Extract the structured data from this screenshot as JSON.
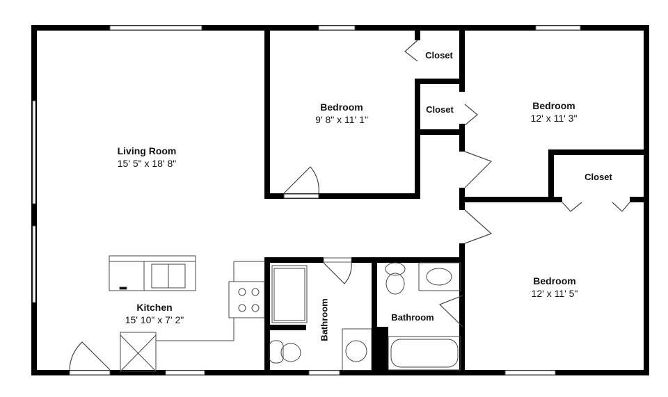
{
  "floor_plan": {
    "colors": {
      "wall": "#000000",
      "fixture_line": "#444444",
      "background": "#ffffff"
    },
    "rooms": [
      {
        "id": "living-room",
        "name": "Living Room",
        "dimensions": "15' 5\" x 18' 8\""
      },
      {
        "id": "kitchen",
        "name": "Kitchen",
        "dimensions": "15' 10\" x 7' 2\""
      },
      {
        "id": "bedroom-1",
        "name": "Bedroom",
        "dimensions": "9' 8\" x 11' 1\""
      },
      {
        "id": "bedroom-2",
        "name": "Bedroom",
        "dimensions": "12' x 11' 3\""
      },
      {
        "id": "bedroom-3",
        "name": "Bedroom",
        "dimensions": "12' x 11' 5\""
      },
      {
        "id": "closet-1",
        "name": "Closet"
      },
      {
        "id": "closet-2",
        "name": "Closet"
      },
      {
        "id": "closet-3",
        "name": "Closet"
      },
      {
        "id": "bathroom-1",
        "name": "Bathroom"
      },
      {
        "id": "bathroom-2",
        "name": "Bathroom"
      }
    ],
    "fixtures": [
      "kitchen-island-sink",
      "dishwasher",
      "stove-4-burner",
      "refrigerator",
      "shower-stall",
      "toilet",
      "bathroom-sink",
      "toilet",
      "bathroom-sink",
      "bathtub"
    ]
  }
}
